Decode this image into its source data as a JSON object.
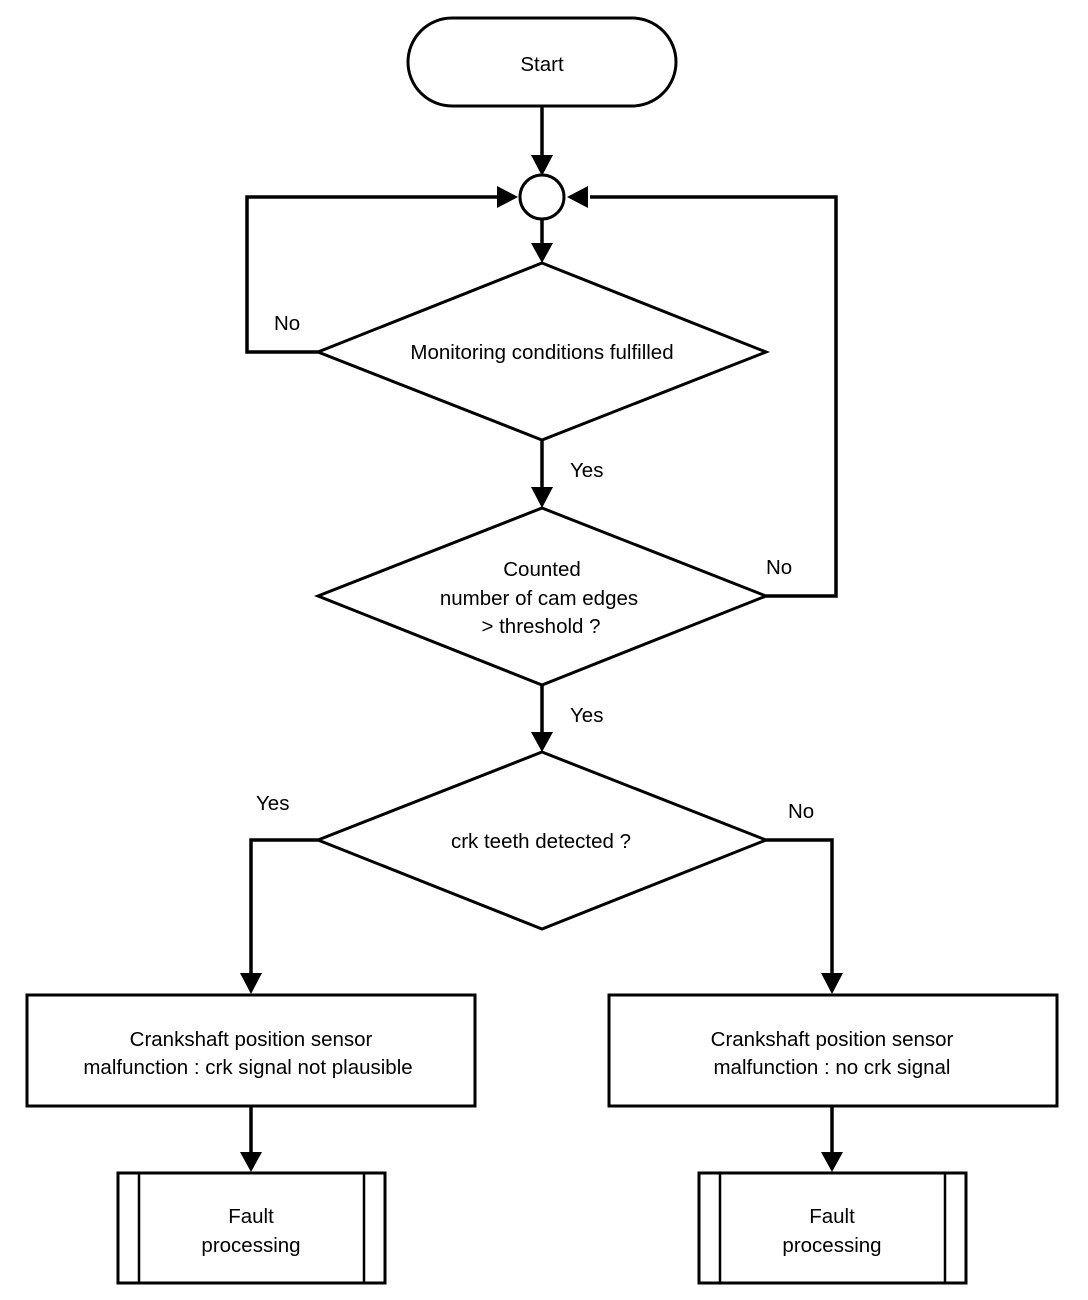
{
  "nodes": {
    "start": "Start",
    "monitoring_decision": "Monitoring conditions fulfilled",
    "cam_edges_decision": [
      "Counted",
      "number of cam edges",
      "> threshold ?"
    ],
    "crk_teeth_decision": "crk teeth detected ?",
    "malfunction_not_plausible": [
      "Crankshaft position sensor",
      "malfunction : crk signal not plausible"
    ],
    "malfunction_no_signal": [
      "Crankshaft position sensor",
      "malfunction : no crk signal"
    ],
    "fault_processing_left": [
      "Fault",
      "processing"
    ],
    "fault_processing_right": [
      "Fault",
      "processing"
    ]
  },
  "edge_labels": {
    "monitoring_no": "No",
    "monitoring_yes": "Yes",
    "cam_edges_no": "No",
    "cam_edges_yes": "Yes",
    "crk_teeth_yes": "Yes",
    "crk_teeth_no": "No"
  }
}
